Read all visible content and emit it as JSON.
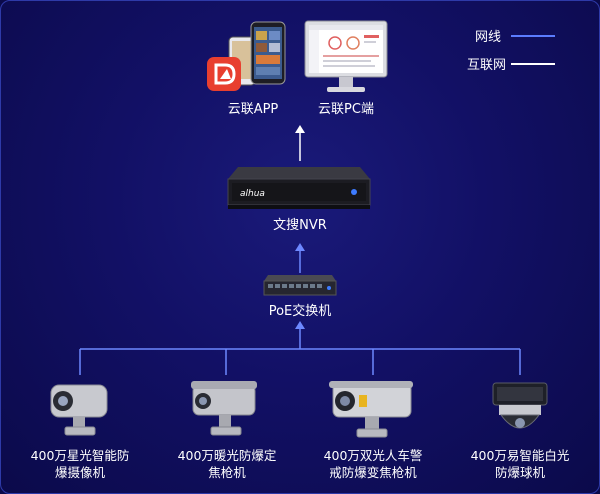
{
  "legend": {
    "network_cable": "网线",
    "internet": "互联网",
    "network_cable_color": "#5b7cff",
    "internet_color": "#ffffff"
  },
  "top": {
    "app_label": "云联APP",
    "pc_label": "云联PC端"
  },
  "nvr": {
    "label": "文搜NVR",
    "brand": "alhua"
  },
  "switch": {
    "label": "PoE交换机"
  },
  "devices": [
    {
      "line1": "400万星光智能防",
      "line2": "爆摄像机"
    },
    {
      "line1": "400万暖光防爆定",
      "line2": "焦枪机"
    },
    {
      "line1": "400万双光人车警",
      "line2": "戒防爆变焦枪机"
    },
    {
      "line1": "400万易智能白光",
      "line2": "防爆球机"
    }
  ]
}
